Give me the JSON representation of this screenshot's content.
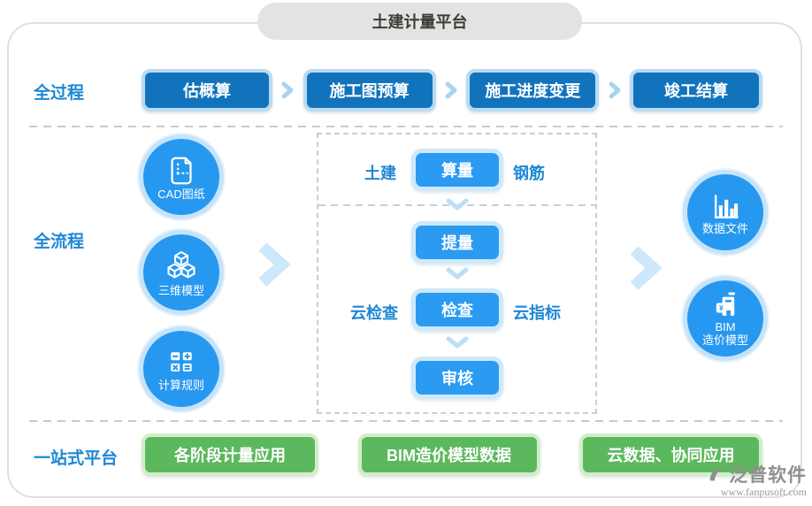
{
  "title": "土建计量平台",
  "colors": {
    "dark_blue_button": "#1273bd",
    "bright_blue_node": "#2b9bf2",
    "light_blue_ring": "#cde9fb",
    "blue_text": "#1e87d5",
    "green_button": "#5cb85c",
    "pill_gray": "#e3e3e3",
    "dash_gray": "#c6cfd9"
  },
  "process_row": {
    "label": "全过程",
    "steps": [
      "估概算",
      "施工图预算",
      "施工进度变更",
      "竣工结算"
    ]
  },
  "flow_row": {
    "label": "全流程",
    "inputs": [
      {
        "label": "CAD图纸",
        "icon": "cad-drawing-icon"
      },
      {
        "label": "三维模型",
        "icon": "cubes-3d-icon"
      },
      {
        "label": "计算规则",
        "icon": "calculator-icon"
      }
    ],
    "pipeline": {
      "left_tag": "土建",
      "main_node": "算量",
      "right_tag": "钢筋",
      "step1": "提量",
      "step2": "检查",
      "step2_left": "云检查",
      "step2_right": "云指标",
      "step3": "审核"
    },
    "outputs": [
      {
        "label": "数据文件",
        "icon": "bar-chart-icon"
      },
      {
        "label_line1": "BIM",
        "label_line2": "造价模型",
        "icon": "building-cost-icon"
      }
    ]
  },
  "platform_row": {
    "label": "一站式平台",
    "items": [
      "各阶段计量应用",
      "BIM造价模型数据",
      "云数据、协同应用"
    ]
  },
  "watermark": {
    "brand": "泛普软件",
    "site": "www.fanpusoft.com"
  }
}
